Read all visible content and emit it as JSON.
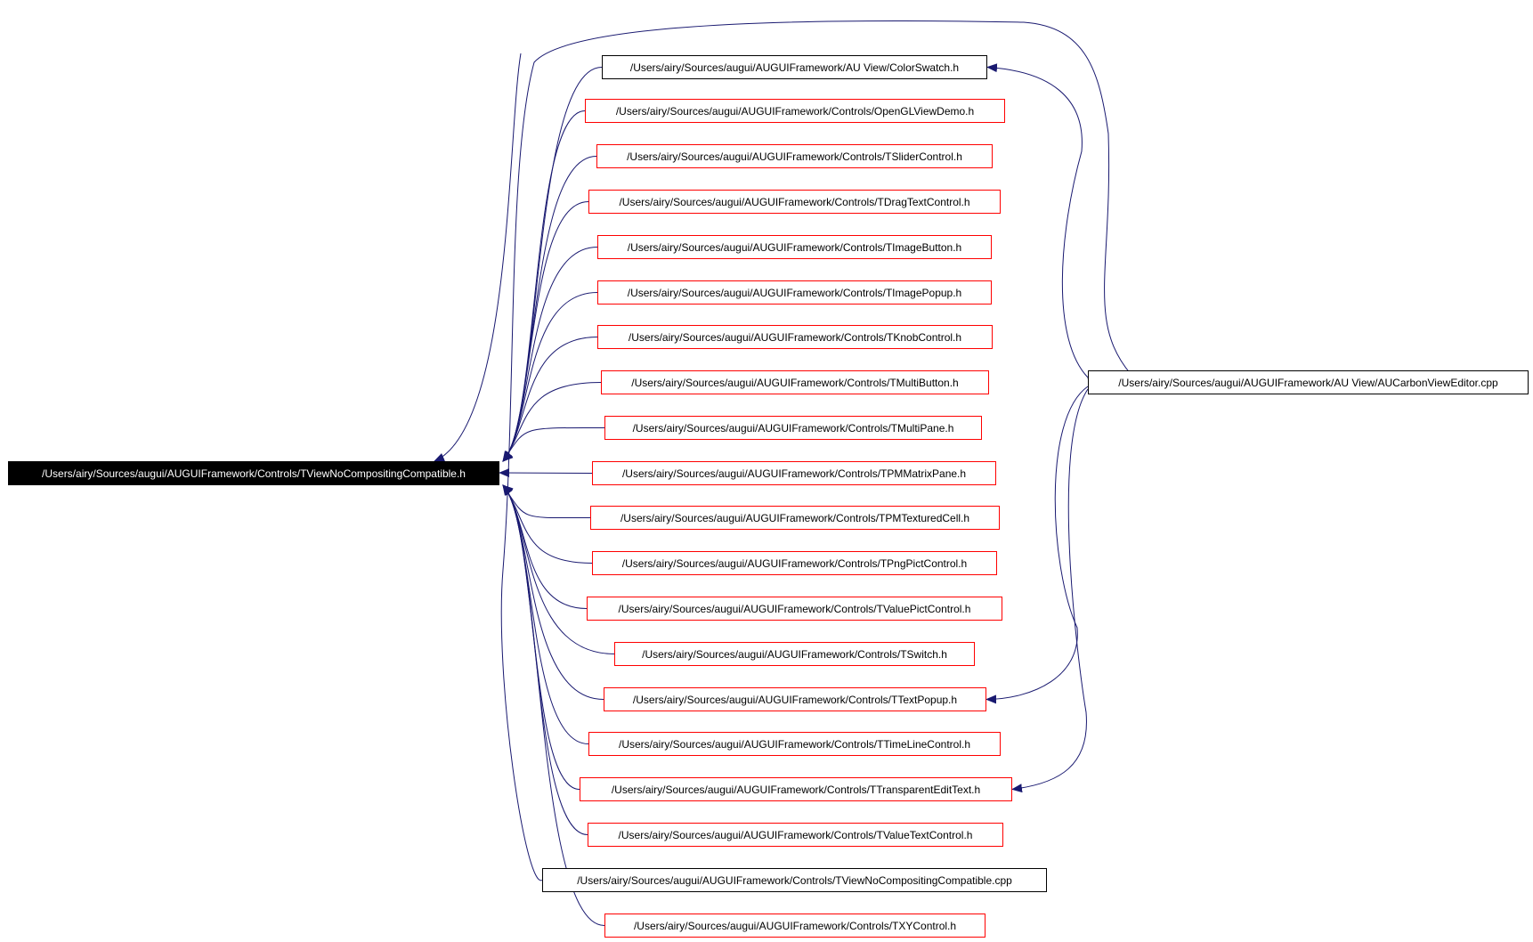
{
  "diagram": {
    "root": {
      "label": "/Users/airy/Sources/augui/AUGUIFramework/Controls/TViewNoCompositingCompatible.h"
    },
    "includers": [
      {
        "label": "/Users/airy/Sources/augui/AUGUIFramework/AU View/ColorSwatch.h",
        "border": "black"
      },
      {
        "label": "/Users/airy/Sources/augui/AUGUIFramework/Controls/OpenGLViewDemo.h",
        "border": "red"
      },
      {
        "label": "/Users/airy/Sources/augui/AUGUIFramework/Controls/TSliderControl.h",
        "border": "red"
      },
      {
        "label": "/Users/airy/Sources/augui/AUGUIFramework/Controls/TDragTextControl.h",
        "border": "red"
      },
      {
        "label": "/Users/airy/Sources/augui/AUGUIFramework/Controls/TImageButton.h",
        "border": "red"
      },
      {
        "label": "/Users/airy/Sources/augui/AUGUIFramework/Controls/TImagePopup.h",
        "border": "red"
      },
      {
        "label": "/Users/airy/Sources/augui/AUGUIFramework/Controls/TKnobControl.h",
        "border": "red"
      },
      {
        "label": "/Users/airy/Sources/augui/AUGUIFramework/Controls/TMultiButton.h",
        "border": "red"
      },
      {
        "label": "/Users/airy/Sources/augui/AUGUIFramework/Controls/TMultiPane.h",
        "border": "red"
      },
      {
        "label": "/Users/airy/Sources/augui/AUGUIFramework/Controls/TPMMatrixPane.h",
        "border": "red"
      },
      {
        "label": "/Users/airy/Sources/augui/AUGUIFramework/Controls/TPMTexturedCell.h",
        "border": "red"
      },
      {
        "label": "/Users/airy/Sources/augui/AUGUIFramework/Controls/TPngPictControl.h",
        "border": "red"
      },
      {
        "label": "/Users/airy/Sources/augui/AUGUIFramework/Controls/TValuePictControl.h",
        "border": "red"
      },
      {
        "label": "/Users/airy/Sources/augui/AUGUIFramework/Controls/TSwitch.h",
        "border": "red"
      },
      {
        "label": "/Users/airy/Sources/augui/AUGUIFramework/Controls/TTextPopup.h",
        "border": "red"
      },
      {
        "label": "/Users/airy/Sources/augui/AUGUIFramework/Controls/TTimeLineControl.h",
        "border": "red"
      },
      {
        "label": "/Users/airy/Sources/augui/AUGUIFramework/Controls/TTransparentEditText.h",
        "border": "red"
      },
      {
        "label": "/Users/airy/Sources/augui/AUGUIFramework/Controls/TValueTextControl.h",
        "border": "red"
      },
      {
        "label": "/Users/airy/Sources/augui/AUGUIFramework/Controls/TViewNoCompositingCompatible.cpp",
        "border": "black"
      },
      {
        "label": "/Users/airy/Sources/augui/AUGUIFramework/Controls/TXYControl.h",
        "border": "red"
      }
    ],
    "editor": {
      "label": "/Users/airy/Sources/augui/AUGUIFramework/AU View/AUCarbonViewEditor.cpp",
      "border": "black"
    },
    "editor_includes": [
      0,
      14,
      16
    ],
    "colors": {
      "edge": "#191970",
      "red_border": "#ff0000",
      "black_border": "#000000",
      "root_fill": "#000000",
      "root_text": "#ffffff"
    }
  }
}
